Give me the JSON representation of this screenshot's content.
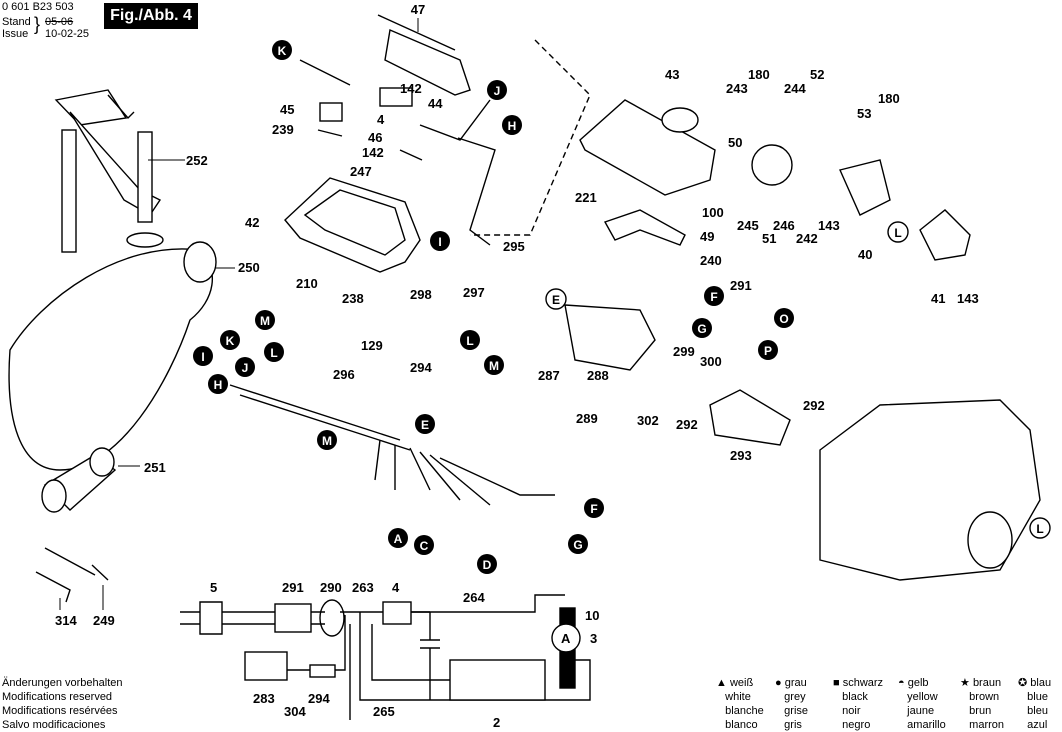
{
  "header": {
    "doc_number": "0 601 B23 503",
    "stand_label": "Stand",
    "issue_label": "Issue",
    "stand_date_old": "05-06",
    "issue_date": "10-02-25",
    "figure_label": "Fig./Abb. 4"
  },
  "part_numbers": {
    "p47": "47",
    "p142a": "142",
    "p44": "44",
    "p45": "45",
    "p239": "239",
    "p4": "4",
    "p46": "46",
    "p142b": "142",
    "p247": "247",
    "p42": "42",
    "p210": "210",
    "p238": "238",
    "p295": "295",
    "p298": "298",
    "p297": "297",
    "p129": "129",
    "p296": "296",
    "p294": "294",
    "p252": "252",
    "p250": "250",
    "p251": "251",
    "p314": "314",
    "p249": "249",
    "p43": "43",
    "p180a": "180",
    "p52": "52",
    "p243": "243",
    "p244": "244",
    "p53": "53",
    "p180b": "180",
    "p50": "50",
    "p221": "221",
    "p100": "100",
    "p49": "49",
    "p240": "240",
    "p245": "245",
    "p246": "246",
    "p51": "51",
    "p242": "242",
    "p143a": "143",
    "p40": "40",
    "p41": "41",
    "p143b": "143",
    "p291": "291",
    "p287": "287",
    "p288": "288",
    "p289": "289",
    "p299": "299",
    "p300": "300",
    "p302": "302",
    "p292a": "292",
    "p292b": "292",
    "p293": "293"
  },
  "callouts": [
    "K",
    "J",
    "H",
    "I",
    "L",
    "M",
    "L",
    "M",
    "K",
    "J",
    "I",
    "H",
    "E",
    "M",
    "A",
    "C",
    "D",
    "F",
    "G",
    "E",
    "F",
    "G",
    "O",
    "P",
    "L"
  ],
  "schematic_labels": {
    "s5": "5",
    "s291": "291",
    "s290": "290",
    "s263": "263",
    "s4": "4",
    "s264": "264",
    "s10": "10",
    "sA": "A",
    "s3": "3",
    "s283": "283",
    "s294": "294",
    "s304": "304",
    "s265": "265",
    "s2": "2"
  },
  "footer": {
    "line1": "Änderungen vorbehalten",
    "line2": "Modifications reserved",
    "line3": "Modifications resérvées",
    "line4": "Salvo modificaciones"
  },
  "legend": [
    {
      "symbol": "▲",
      "de": "weiß",
      "en": "white",
      "fr": "blanche",
      "es": "blanco"
    },
    {
      "symbol": "●",
      "de": "grau",
      "en": "grey",
      "fr": "grise",
      "es": "gris"
    },
    {
      "symbol": "■",
      "de": "schwarz",
      "en": "black",
      "fr": "noir",
      "es": "negro"
    },
    {
      "symbol": "◓",
      "de": "gelb",
      "en": "yellow",
      "fr": "jaune",
      "es": "amarillo"
    },
    {
      "symbol": "★",
      "de": "braun",
      "en": "brown",
      "fr": "brun",
      "es": "marron"
    },
    {
      "symbol": "✪",
      "de": "blau",
      "en": "blue",
      "fr": "bleu",
      "es": "azul"
    }
  ]
}
